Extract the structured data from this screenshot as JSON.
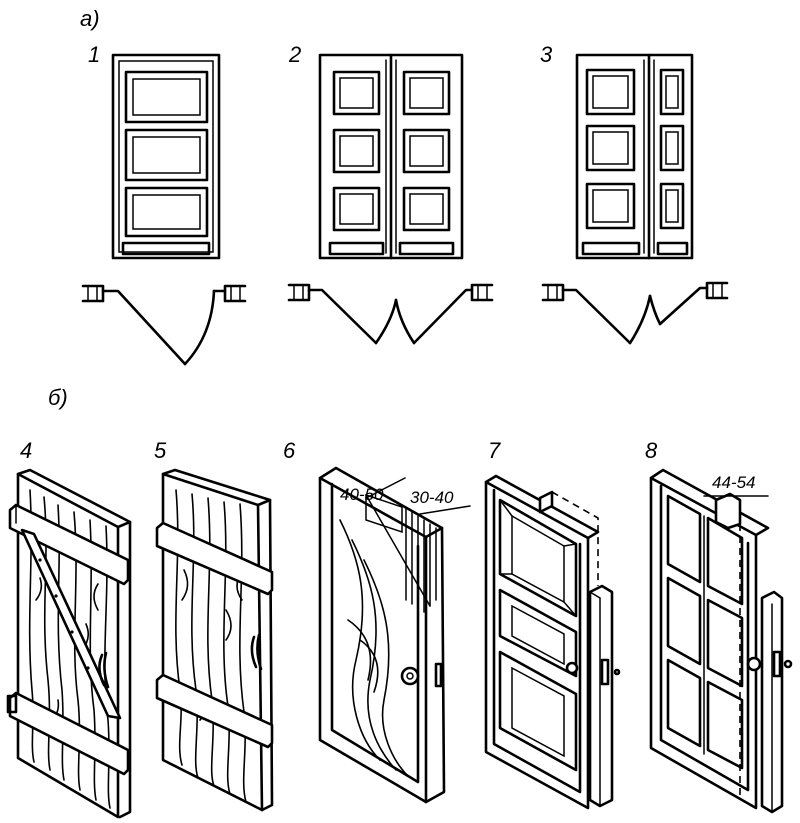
{
  "section_labels": {
    "a": "а)",
    "b": "б)"
  },
  "figure_numbers": [
    "1",
    "2",
    "3",
    "4",
    "5",
    "6",
    "7",
    "8"
  ],
  "dimensions": {
    "d6_a": "40-50",
    "d6_b": "30-40",
    "d8": "44-54"
  }
}
